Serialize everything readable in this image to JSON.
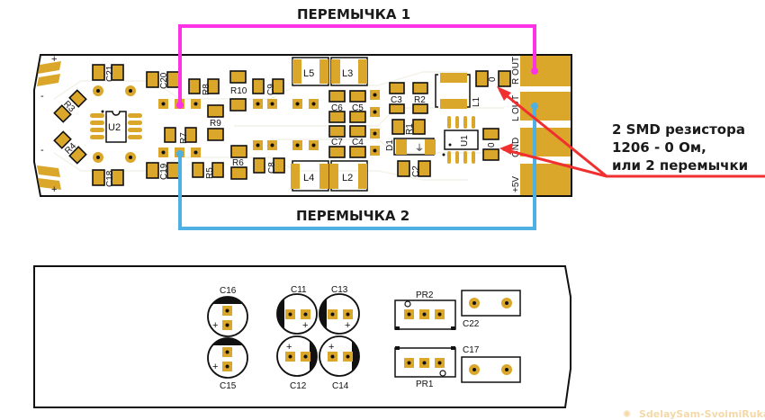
{
  "jumpers": {
    "jumper1_label": "ПЕРЕМЫЧКА 1",
    "jumper2_label": "ПЕРЕМЫЧКА 2",
    "jumper1_color": "#ff33e6",
    "jumper2_color": "#4fb0e4"
  },
  "note": {
    "line1": "2 SMD резистора",
    "line2": "1206 - 0 Ом,",
    "line3": "или 2 перемычки",
    "arrow_color": "#f03030"
  },
  "top_board": {
    "edge_marks": [
      "+",
      "-",
      "-",
      "+"
    ],
    "components": {
      "C21": "C21",
      "C20": "C20",
      "R8": "R8",
      "R10": "R10",
      "C9": "C9",
      "L5": "L5",
      "L3": "L3",
      "C6": "C6",
      "C5": "C5",
      "C7": "C7",
      "C4": "C4",
      "L4": "L4",
      "L2": "L2",
      "R3": "R3",
      "R4": "R4",
      "U2": "U2",
      "C18": "C18",
      "R7": "R7",
      "R9": "R9",
      "C19": "C19",
      "R5": "R5",
      "R6": "R6",
      "C8": "C8",
      "C3": "C3",
      "R2": "R2",
      "R1": "R1",
      "D1": "D1",
      "C2": "C2",
      "L1": "L1",
      "U1": "U1",
      "zero_top": "0",
      "zero_mid": "0"
    },
    "connector_pins": [
      "R OUT",
      "L OUT",
      "GND",
      "+5V"
    ]
  },
  "bottom_board": {
    "components": {
      "C16": "C16",
      "C15": "C15",
      "C11": "C11",
      "C13": "C13",
      "C12": "C12",
      "C14": "C14",
      "PR2": "PR2",
      "PR1": "PR1",
      "C22": "C22",
      "C17": "C17"
    },
    "plus": "+"
  },
  "colors": {
    "pad": "#dba72a",
    "outline": "#111111"
  },
  "watermark": "SdelaySam-SvoimiRukami.ru"
}
